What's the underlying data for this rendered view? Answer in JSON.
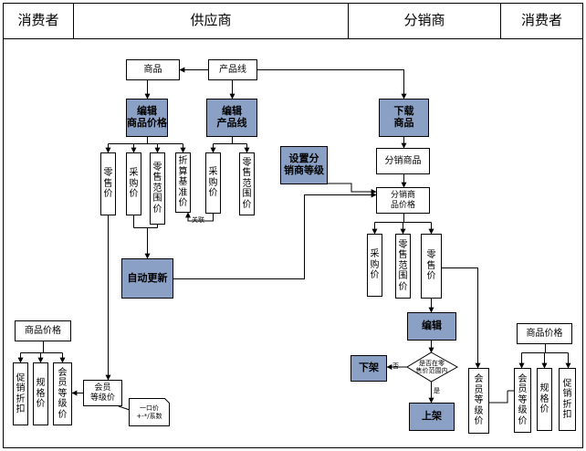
{
  "header": {
    "consumer_left": "消费者",
    "supplier": "供应商",
    "distributor": "分销商",
    "consumer_right": "消费者"
  },
  "nodes": {
    "product": "商品",
    "product_line": "产品线",
    "edit_product_price": "编辑\n商品价格",
    "edit_product_line": "编辑\n产品线",
    "retail_price_1": "零\n售\n价",
    "purchase_price_1": "采\n购\n价",
    "retail_range_1": "零\n售\n范\n围\n价",
    "discount_base_price": "折\n算\n基\n准\n价",
    "purchase_price_2": "采\n购\n价",
    "retail_range_2": "零\n售\n范\n围\n价",
    "set_distribution_level": "设置分\n销商等级",
    "download_product": "下载\n商品",
    "distributed_product": "分销商品",
    "distributed_product_price": "分销商\n品价格",
    "purchase_price_3": "采\n购\n价",
    "retail_range_3": "零\n售\n范\n围\n价",
    "retail_price_3": "零\n售\n价",
    "auto_update": "自动更新",
    "edit": "编辑",
    "within_range_question": "是否在零\n售价范围内",
    "delist": "下架",
    "list": "上架",
    "product_price_left": "商品价格",
    "promo_discount_left": "促\n销\n折\n扣",
    "spec_price_left": "规\n格\n价",
    "member_level_price_left": "会\n员\n等\n级\n价",
    "member_level_price_mid": "会员\n等级价",
    "note_formula": "一口价\n+-*/系数",
    "member_level_price_right_col": "会\n员\n等\n级\n价",
    "product_price_right": "商品价格",
    "member_level_price_right": "会\n员\n等\n级\n价",
    "spec_price_right": "规\n格\n价",
    "promo_discount_right": "促\n销\n折\n扣"
  },
  "edge_labels": {
    "relation": "关联",
    "no": "否",
    "yes": "是"
  },
  "colors": {
    "highlight_fill": "#8aa0c4",
    "line": "#000000",
    "background": "#ffffff"
  }
}
